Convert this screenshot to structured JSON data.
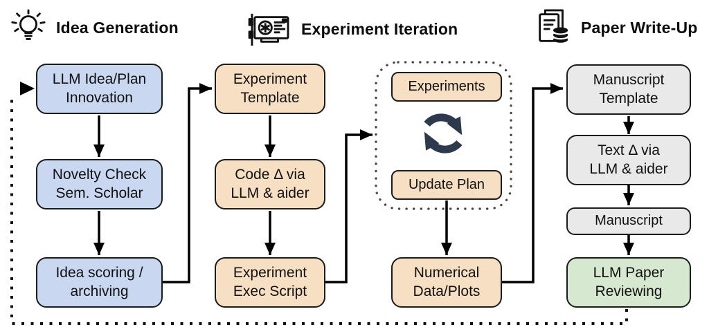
{
  "sections": [
    {
      "label": "Idea Generation",
      "icon": "lightbulb-icon"
    },
    {
      "label": "Experiment Iteration",
      "icon": "gpu-icon"
    },
    {
      "label": "Paper Write-Up",
      "icon": "paper-database-icon"
    }
  ],
  "nodes": {
    "idea_plan": {
      "label": "LLM Idea/Plan\nInnovation"
    },
    "novelty_check": {
      "label": "Novelty Check\nSem. Scholar"
    },
    "idea_scoring": {
      "label": "Idea scoring /\narchiving"
    },
    "experiment_template": {
      "label": "Experiment\nTemplate"
    },
    "code_delta": {
      "label": "Code Δ via\nLLM & aider"
    },
    "experiment_exec": {
      "label": "Experiment\nExec Script"
    },
    "experiments": {
      "label": "Experiments"
    },
    "update_plan": {
      "label": "Update Plan"
    },
    "numerical_data": {
      "label": "Numerical\nData/Plots"
    },
    "manuscript_template": {
      "label": "Manuscript\nTemplate"
    },
    "text_delta": {
      "label": "Text Δ via\nLLM & aider"
    },
    "manuscript": {
      "label": "Manuscript"
    },
    "llm_review": {
      "label": "LLM Paper\nReviewing"
    }
  },
  "icons": {
    "loop": "sync-loop-icon",
    "idea": "lightbulb-icon",
    "experiment": "gpu-icon",
    "paper": "paper-database-icon"
  },
  "colors": {
    "idea_stage": "#c9d7f0",
    "experiment_stage": "#f6dfc3",
    "writeup_stage": "#e9e9e9",
    "review_stage": "#d7e8d1",
    "node_border": "#1b1b1b",
    "connector": "#000000",
    "dashed_border": "#4a4a4a",
    "loop_icon": "#2d3a4d"
  }
}
